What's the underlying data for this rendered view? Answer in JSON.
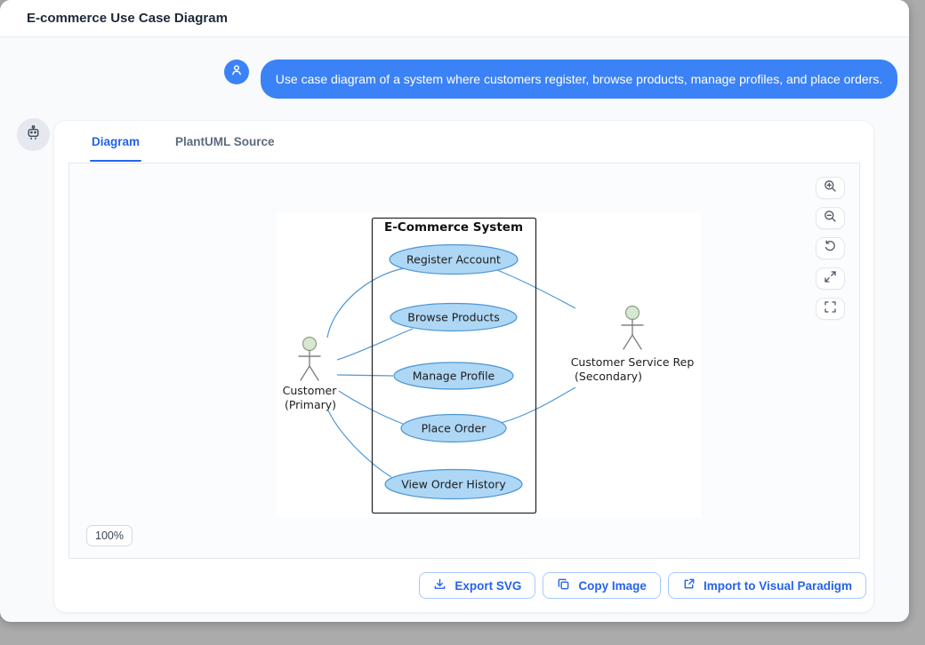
{
  "window": {
    "title": "E-commerce Use Case Diagram"
  },
  "chat": {
    "user_message": "Use case diagram of a system where customers register, browse products, manage profiles, and place orders.",
    "user_avatar_icon": "person-icon",
    "bot_avatar_icon": "robot-icon"
  },
  "tabs": {
    "diagram": "Diagram",
    "source": "PlantUML Source",
    "active": "Diagram"
  },
  "viewer": {
    "zoom_level": "100%",
    "controls": [
      "zoom-in",
      "zoom-out",
      "reset-view",
      "expand",
      "fullscreen"
    ]
  },
  "diagram": {
    "system_title": "E-Commerce System",
    "use_cases": [
      "Register Account",
      "Browse Products",
      "Manage Profile",
      "Place Order",
      "View Order History"
    ],
    "actors": [
      {
        "name": "Customer",
        "role": "(Primary)"
      },
      {
        "name": "Customer Service Rep",
        "role": "(Secondary)"
      }
    ],
    "relations": [
      [
        "Customer",
        "Register Account"
      ],
      [
        "Customer",
        "Browse Products"
      ],
      [
        "Customer",
        "Manage Profile"
      ],
      [
        "Customer",
        "Place Order"
      ],
      [
        "Customer",
        "View Order History"
      ],
      [
        "Register Account",
        "Customer Service Rep"
      ],
      [
        "Place Order",
        "Customer Service Rep"
      ]
    ]
  },
  "footer": {
    "export_svg": "Export SVG",
    "copy_image": "Copy Image",
    "import_vp": "Import to Visual Paradigm"
  },
  "colors": {
    "accent_blue": "#3b82f6",
    "tab_active_blue": "#2463eb",
    "button_blue": "#2563eb",
    "edge_blue": "#4e97d8",
    "usecase_fill": "#aed7f5",
    "usecase_stroke": "#4b96d4",
    "actor_head_fill": "#d9e7d2",
    "backdrop_gray": "#ababab"
  }
}
